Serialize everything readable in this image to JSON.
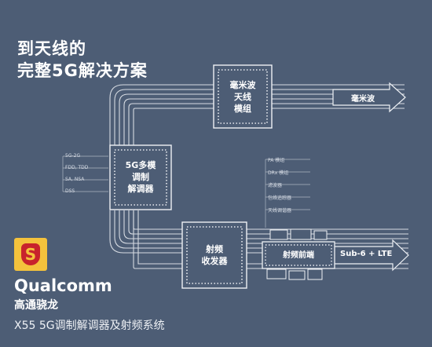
{
  "title": {
    "line1": "到天线的",
    "line2": "完整5G解决方案"
  },
  "chips": {
    "modem": [
      "5G多模",
      "调制",
      "解调器"
    ],
    "mmwave": [
      "毫米波",
      "天线",
      "模组"
    ],
    "transceiver": [
      "射频",
      "收发器"
    ],
    "rffe": "射频前端"
  },
  "modem_features": [
    "5G-2G",
    "FDD, TDD",
    "SA, NSA",
    "DSS"
  ],
  "rffe_features": [
    "PA 模组",
    "DRx 模组",
    "滤波器",
    "包络追踪器",
    "天线调谐器"
  ],
  "outputs": {
    "mmwave": "毫米波",
    "sub6": "Sub-6 + LTE"
  },
  "brand": {
    "name": "Qualcomm",
    "cn": "高通骁龙"
  },
  "footer": "X55 5G调制解调器及射频系统",
  "colors": {
    "background": "#4d5d75",
    "flow": "#eef1f5",
    "chip": "#4d5d75",
    "dot": "#e9ecf1",
    "logo_yellow": "#f4c23c",
    "logo_red": "#c8232c"
  }
}
